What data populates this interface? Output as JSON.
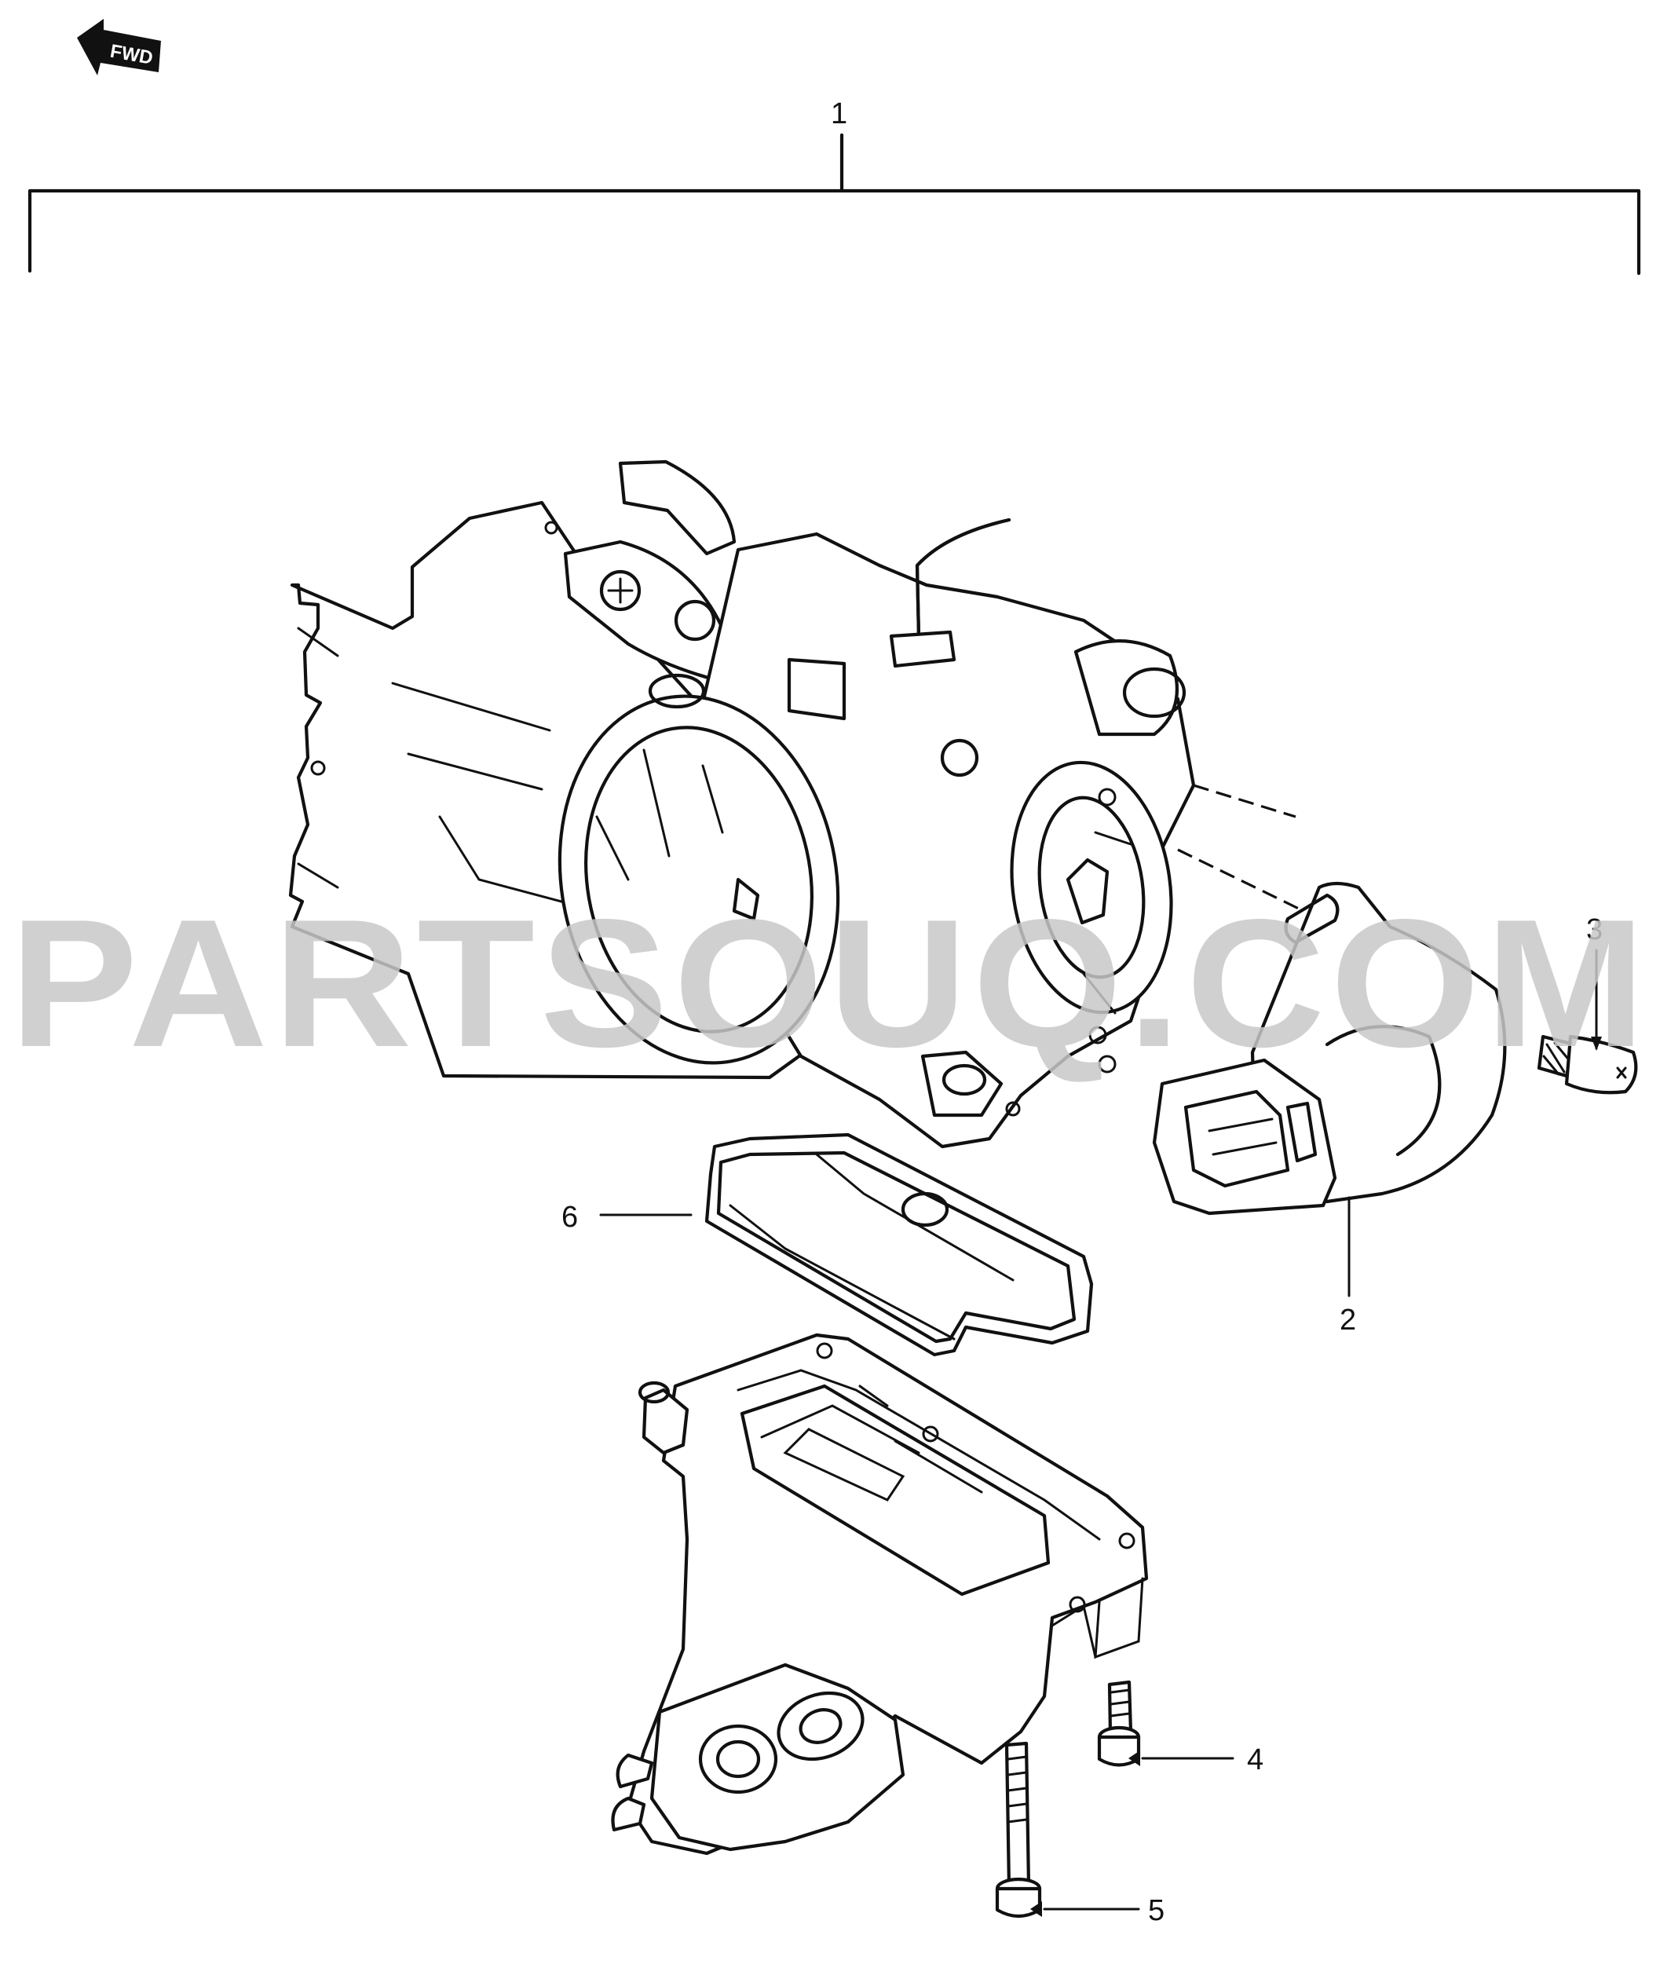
{
  "title": "",
  "orientation_badge": "FWD",
  "watermark": "PARTSOUQ.COM",
  "colors": {
    "line": "#111111",
    "background": "#ffffff",
    "watermark": "#c8c8c8"
  },
  "callouts": [
    {
      "id": "1",
      "label": "1"
    },
    {
      "id": "2",
      "label": "2"
    },
    {
      "id": "3",
      "label": "3"
    },
    {
      "id": "4",
      "label": "4"
    },
    {
      "id": "5",
      "label": "5"
    },
    {
      "id": "6",
      "label": "6"
    }
  ]
}
